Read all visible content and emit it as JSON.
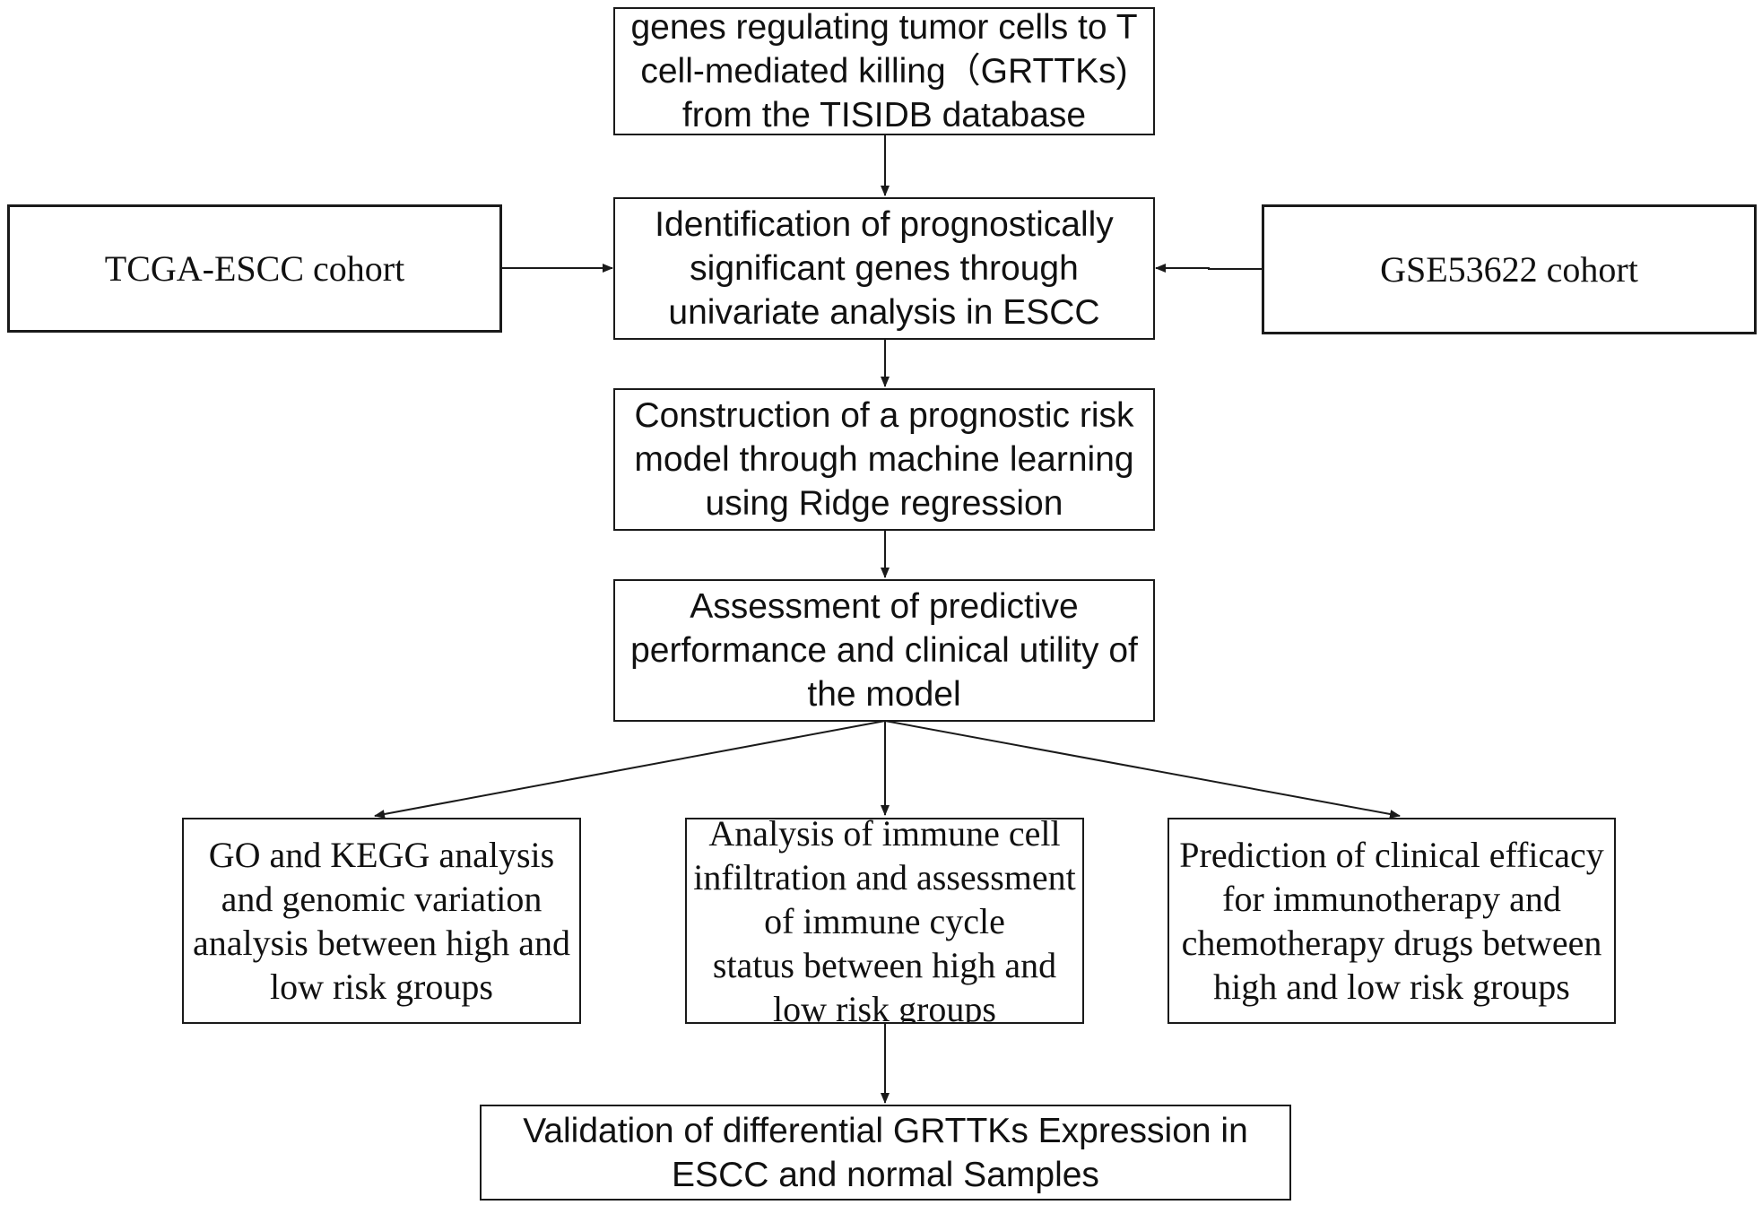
{
  "nodes": {
    "grttks": "genes regulating tumor cells to T\ncell-mediated killing（GRTTKs)\nfrom the TISIDB database",
    "tcga": "TCGA-ESCC cohort",
    "gse": "GSE53622 cohort",
    "univariate": "Identification of prognostically\nsignificant genes through\nunivariate analysis in ESCC",
    "model": "Construction of a prognostic risk\nmodel through machine learning\nusing Ridge regression",
    "assessment": "Assessment of predictive\nperformance and clinical utility of\nthe model",
    "go_kegg": "GO and KEGG analysis\nand genomic variation\nanalysis between high  and\nlow risk groups",
    "immune": "Analysis of immune cell\ninfiltration and assessment\nof immune cycle\nstatus between high and\nlow risk groups",
    "prediction": "Prediction of clinical efficacy\nfor immunotherapy and\nchemotherapy drugs between\nhigh and low risk groups",
    "validation": "Validation of differential GRTTKs Expression in\nESCC and normal Samples"
  },
  "edges": [
    {
      "from": "grttks",
      "to": "univariate"
    },
    {
      "from": "tcga",
      "to": "univariate"
    },
    {
      "from": "gse",
      "to": "univariate"
    },
    {
      "from": "univariate",
      "to": "model"
    },
    {
      "from": "model",
      "to": "assessment"
    },
    {
      "from": "assessment",
      "to": "go_kegg"
    },
    {
      "from": "assessment",
      "to": "immune"
    },
    {
      "from": "assessment",
      "to": "prediction"
    },
    {
      "from": "immune",
      "to": "validation"
    }
  ],
  "colors": {
    "stroke": "#1a1a1a",
    "text": "#111111",
    "background": "#ffffff"
  }
}
